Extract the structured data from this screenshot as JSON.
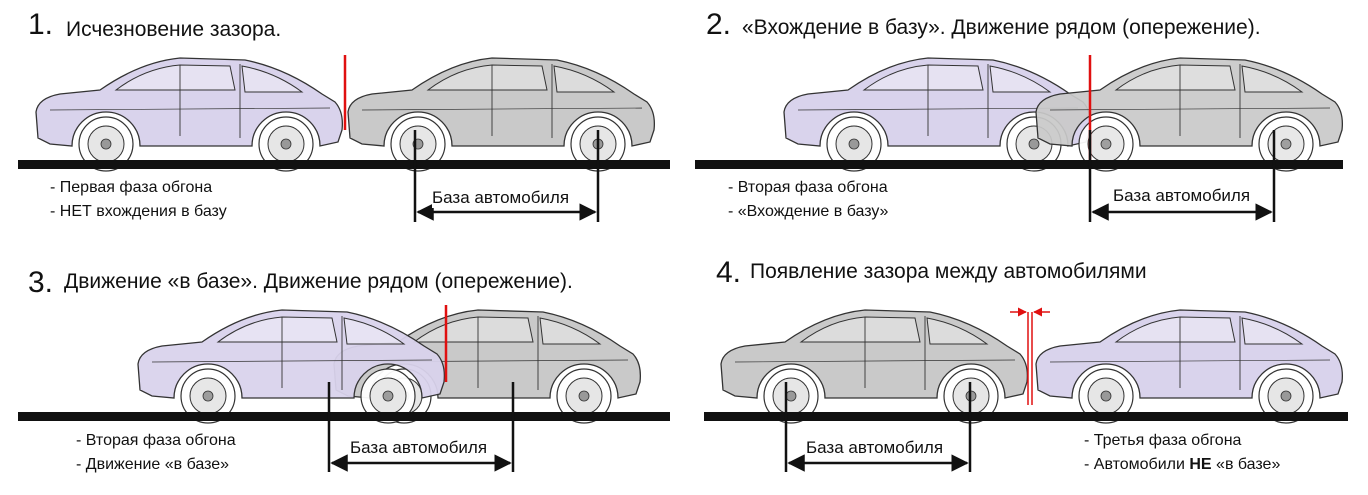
{
  "colors": {
    "car_purple": "#d9d3ec",
    "car_gray": "#c9c9c9",
    "outline": "#333333",
    "road": "#111111",
    "marker": "#e01010"
  },
  "panels": [
    {
      "number": "1.",
      "title": "Исчезновение зазора.",
      "notes": [
        "- Первая фаза обгона",
        "- НЕТ вхождения в базу"
      ],
      "base_label": "База автомобиля"
    },
    {
      "number": "2.",
      "title": "«Вхождение в базу». Движение рядом (опережение).",
      "notes": [
        "- Вторая фаза обгона",
        "- «Вхождение в базу»"
      ],
      "base_label": "База автомобиля"
    },
    {
      "number": "3.",
      "title": "Движение «в базе». Движение рядом (опережение).",
      "notes": [
        "- Вторая фаза обгона",
        "- Движение «в базе»"
      ],
      "base_label": "База автомобиля"
    },
    {
      "number": "4.",
      "title": "Появление зазора между автомобилями",
      "notes": [
        "- Третья фаза обгона"
      ],
      "note_bold": {
        "prefix": "- Автомобили ",
        "bold": "НЕ",
        "suffix": " «в базе»"
      },
      "base_label": "База автомобиля"
    }
  ]
}
